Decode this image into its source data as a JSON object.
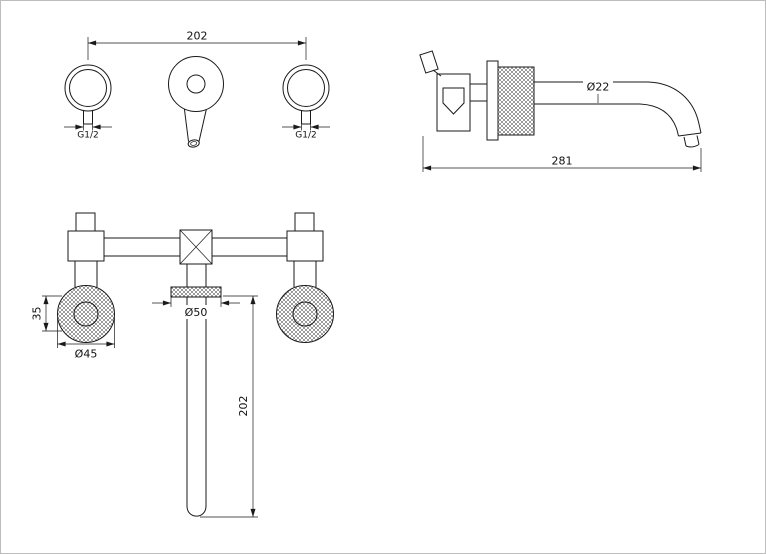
{
  "colors": {
    "line": "#1a1a1a",
    "background": "#ffffff",
    "frame": "#bdbdbd"
  },
  "front_view": {
    "center_distance": "202",
    "left_thread": "G1/2",
    "right_thread": "G1/2"
  },
  "side_view": {
    "spout_diameter": "Ø22",
    "overall_length": "281"
  },
  "plan_view": {
    "escutcheon_height": "35",
    "escutcheon_diameter": "Ø45",
    "flange_diameter": "Ø50",
    "spout_length": "202"
  }
}
